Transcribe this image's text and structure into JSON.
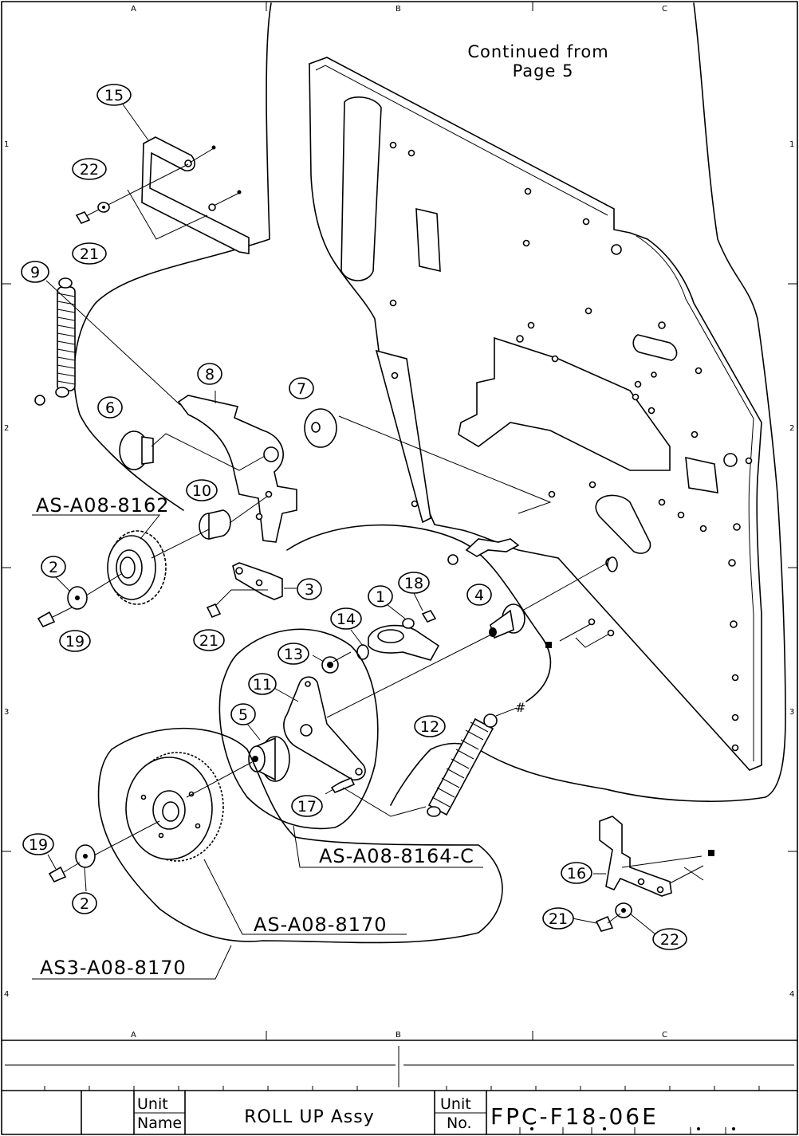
{
  "grid": {
    "columns": [
      "A",
      "B",
      "C"
    ],
    "rows": [
      "1",
      "2",
      "3",
      "4"
    ]
  },
  "note": {
    "line1": "Continued from",
    "line2": "Page 5"
  },
  "callouts": {
    "c1": "1",
    "c2a": "2",
    "c2b": "2",
    "c3": "3",
    "c4": "4",
    "c5": "5",
    "c6": "6",
    "c7": "7",
    "c8": "8",
    "c9": "9",
    "c10": "10",
    "c11": "11",
    "c12": "12",
    "c13": "13",
    "c14": "14",
    "c15": "15",
    "c16": "16",
    "c17": "17",
    "c18": "18",
    "c19a": "19",
    "c19b": "19",
    "c21a": "21",
    "c21b": "21",
    "c21c": "21",
    "c22a": "22",
    "c22b": "22"
  },
  "assemblies": {
    "a8162": "AS-A08-8162",
    "a8164": "AS-A08-8164-C",
    "a8170": "AS-A08-8170",
    "as3_8170": "AS3-A08-8170"
  },
  "title_block": {
    "unit_name_label_1": "Unit",
    "unit_name_label_2": "Name",
    "unit_name": "ROLL UP Assy",
    "unit_no_label_1": "Unit",
    "unit_no_label_2": "No.",
    "unit_no": "FPC-F18-06E"
  }
}
